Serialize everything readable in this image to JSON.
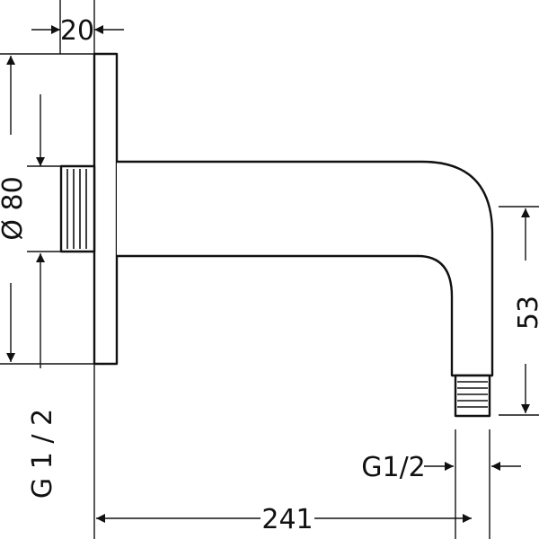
{
  "dimensions": {
    "flange_thickness": "20",
    "flange_diameter": "Ø 80",
    "wall_thread": "G 1 / 2",
    "outlet_drop": "53",
    "outlet_thread": "G1/2",
    "total_projection": "241"
  }
}
